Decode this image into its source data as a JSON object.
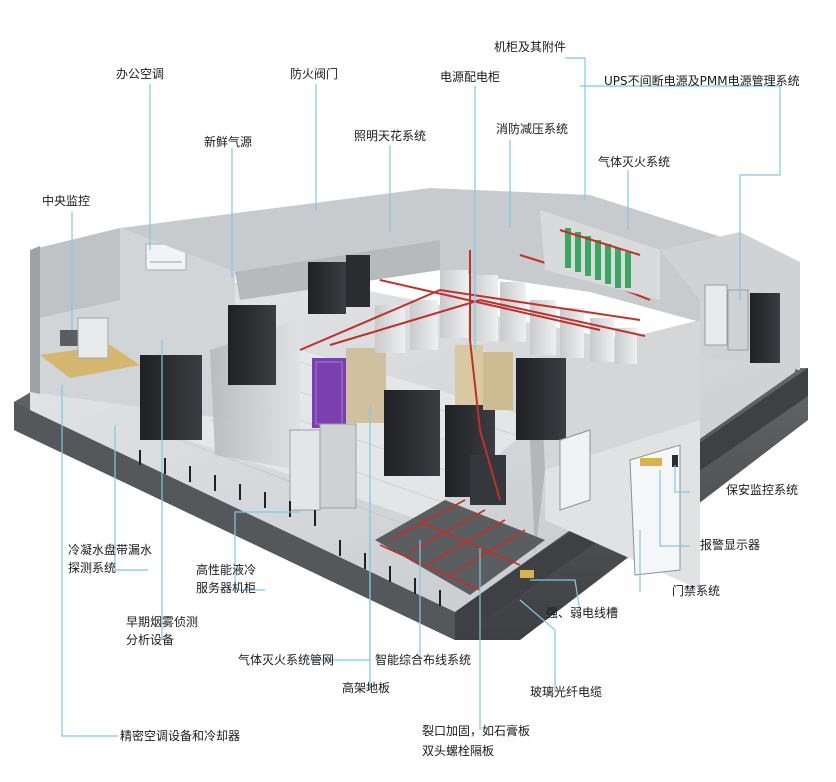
{
  "colors": {
    "leader_line": "#7fc8e6",
    "pipe_red": "#c0302a",
    "floor": "#d9dcde",
    "wall": "#c9cccf",
    "dark_wall": "#4a4d50",
    "cabinet_dark": "#2b2d31",
    "cabinet_light": "#d7d9db",
    "accent_purple": "#7b3fb0",
    "accent_gold": "#d8b34a",
    "accent_green": "#3aa860"
  },
  "labels": {
    "rack_accessories": "机柜及其附件",
    "office_ac": "办公空调",
    "fire_damper": "防火阀门",
    "power_distribution": "电源配电柜",
    "ups_pmm": "UPS不间断电源及PMM电源管理系统",
    "fresh_air": "新鲜气源",
    "lighting_ceiling": "照明天花系统",
    "fire_decompression": "消防减压系统",
    "gas_fire_system": "气体灭火系统",
    "central_monitoring": "中央监控",
    "security_monitoring": "保安监控系统",
    "alarm_display": "报警显示器",
    "condensate_leak_1": "冷凝水盘带漏水",
    "condensate_leak_2": "探测系统",
    "liquid_cooled_1": "高性能液冷",
    "liquid_cooled_2": "服务器机柜",
    "access_control": "门禁系统",
    "cable_tray": "强、弱电线槽",
    "smoke_detection_1": "早期烟雾侦测",
    "smoke_detection_2": "分析设备",
    "gas_pipe_network": "气体灭火系统管网",
    "structured_cabling": "智能综合布线系统",
    "raised_floor": "高架地板",
    "fiber_cable": "玻璃光纤电缆",
    "precision_ac": "精密空调设备和冷却器",
    "gap_reinforce_1": "裂口加固，如石膏板",
    "gap_reinforce_2": "双头螺栓隔板"
  }
}
